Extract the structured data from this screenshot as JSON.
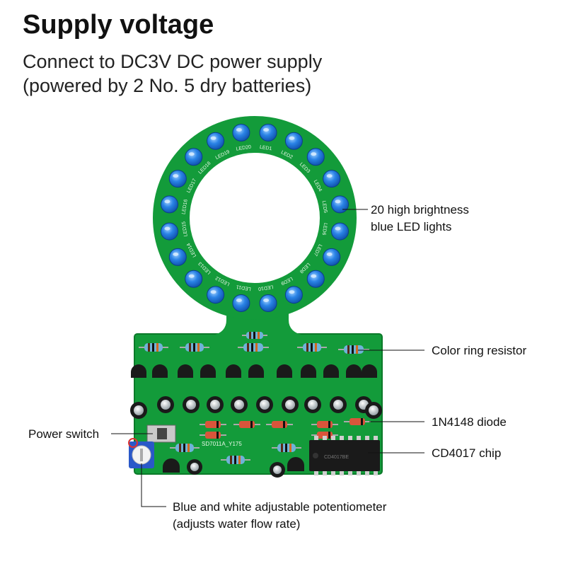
{
  "header": {
    "title": "Supply voltage",
    "subtitle_line1": "Connect to DC3V DC power supply",
    "subtitle_line2": "(powered by 2 No. 5 dry batteries)"
  },
  "callouts": {
    "led": {
      "line1": "20 high brightness",
      "line2": "blue LED lights"
    },
    "resistor": "Color ring resistor",
    "diode": "1N4148 diode",
    "chip": "CD4017 chip",
    "switch": "Power switch",
    "pot": {
      "line1": "Blue and white adjustable potentiometer",
      "line2": "(adjusts water flow rate)"
    }
  },
  "board": {
    "silkscreen": "SD7011A_Y175",
    "led_labels": [
      "LED1",
      "LED2",
      "LED3",
      "LED4",
      "LED5",
      "LED6",
      "LED7",
      "LED8",
      "LED9",
      "LED10",
      "LED11",
      "LED12",
      "LED13",
      "LED14",
      "LED15",
      "LED16",
      "LED17",
      "LED18",
      "LED19",
      "LED20"
    ]
  },
  "colors": {
    "pcb": "#139b3a",
    "pcb_dark": "#0c7a2a",
    "led": "#1e6fd9",
    "chip": "#1a1a1a"
  }
}
